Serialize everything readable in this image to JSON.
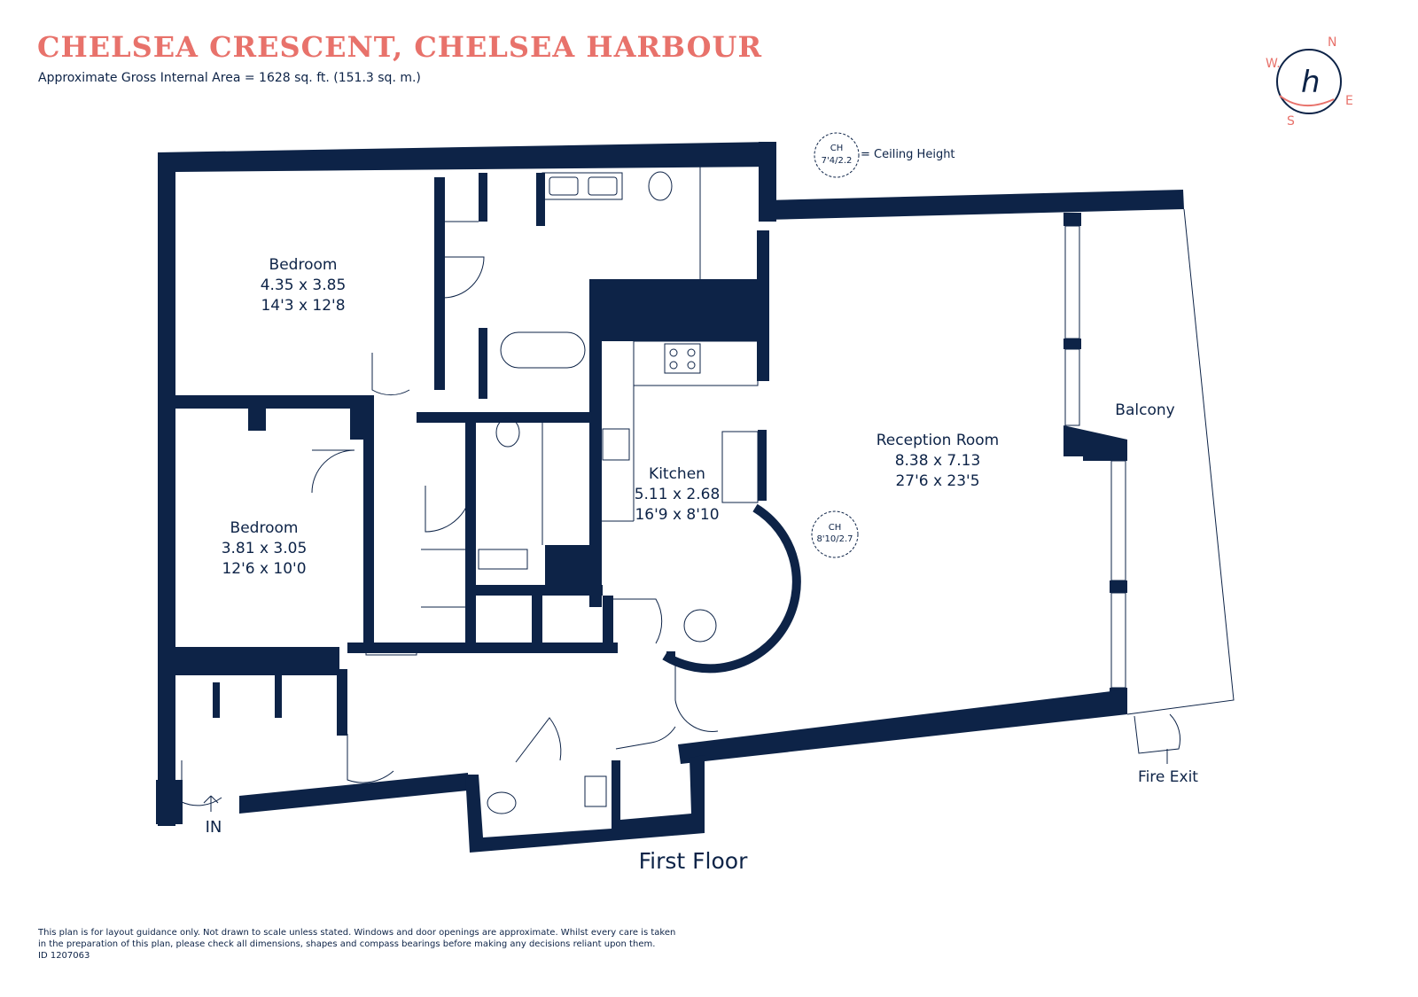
{
  "header": {
    "title": "CHELSEA CRESCENT, CHELSEA HARBOUR",
    "subtitle": "Approximate Gross Internal Area = 1628 sq. ft. (151.3 sq. m.)"
  },
  "compass": {
    "north": "N",
    "east": "E",
    "south": "S",
    "west": "W.",
    "logo_letter": "h"
  },
  "ceiling_legend": {
    "code": "CH",
    "value": "7'4/2.2",
    "label": "= Ceiling Height"
  },
  "rooms": {
    "bedroom1": {
      "name": "Bedroom",
      "metric": "4.35 x 3.85",
      "imperial": "14'3 x 12'8"
    },
    "bedroom2": {
      "name": "Bedroom",
      "metric": "3.81 x 3.05",
      "imperial": "12'6 x 10'0"
    },
    "kitchen": {
      "name": "Kitchen",
      "metric": "5.11 x 2.68",
      "imperial": "16'9 x 8'10"
    },
    "reception": {
      "name": "Reception Room",
      "metric": "8.38 x 7.13",
      "imperial": "27'6 x 23'5"
    },
    "balcony": {
      "name": "Balcony"
    }
  },
  "reception_ceiling": {
    "code": "CH",
    "value": "8'10/2.7"
  },
  "labels": {
    "entrance": "IN",
    "fire_exit": "Fire Exit",
    "floor": "First Floor"
  },
  "disclaimer": {
    "line1": "This plan is for layout guidance only. Not drawn to scale unless stated. Windows and door openings are approximate. Whilst every care is taken",
    "line2": "in the preparation of this plan, please check all dimensions, shapes and compass bearings before making any decisions reliant upon them.",
    "id": "ID 1207063"
  },
  "colors": {
    "wall": "#0d2347",
    "accent": "#e8726b"
  }
}
